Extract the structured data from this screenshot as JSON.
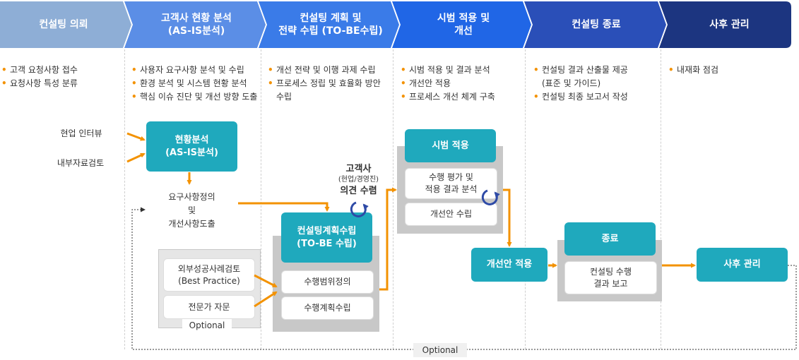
{
  "stages": [
    {
      "label": "컨설팅 의뢰",
      "color": "#8eaed6"
    },
    {
      "label": "고객사 현황 분석\n(AS-IS분석)",
      "color": "#5b8ee6"
    },
    {
      "label": "컨설팅 계획 및\n전략 수립 (TO-BE수립)",
      "color": "#3a7be8"
    },
    {
      "label": "시범 적용 및\n개선",
      "color": "#2066e6"
    },
    {
      "label": "컨설팅 종료",
      "color": "#2a4fb8"
    },
    {
      "label": "사후 관리",
      "color": "#1c3580"
    }
  ],
  "bullets": [
    [
      "고객 요청사항 접수",
      "요청사항 특성 분류"
    ],
    [
      "사용자 요구사항 분석 및 수립",
      "환경 분석 및 시스템 현황 분석",
      "핵심 이슈 진단 및 개선 방향 도출"
    ],
    [
      "개선 전략 및 이행 과제 수립",
      "프로세스 정립 및 효율화 방안\n수립"
    ],
    [
      "시범 적용 및 결과 분석",
      "개선안 적용",
      "프로세스 개선 체계 구축"
    ],
    [
      "컨설팅 결과 산출물 제공\n(표준 및 가이드)",
      "컨설팅 최종 보고서 작성"
    ],
    [
      "내재화 점검"
    ]
  ],
  "inputs": {
    "interview": "현업 인터뷰",
    "documents": "내부자료검토"
  },
  "boxes": {
    "asis": "현황분석\n(AS-IS분석)",
    "requirements": "요구사항정의\n및\n개선사항도출",
    "external_case": "외부성공사례검토\n(Best Practice)",
    "expert": "전문가 자문",
    "optional_small": "Optional",
    "tobe": "컨설팅계획수립\n(TO-BE 수립)",
    "scope": "수행범위정의",
    "plan": "수행계획수립",
    "pilot": "시범 적용",
    "eval": "수행 평가 및\n적용 결과 분석",
    "improve_plan": "개선안 수립",
    "apply": "개선안 적용",
    "end": "종료",
    "report": "컨설팅 수행\n결과 보고",
    "after": "사후 관리",
    "optional_bottom": "Optional"
  },
  "client": {
    "line1": "고객사",
    "line2": "(현업/경영진)",
    "line3": "의견 수렴"
  },
  "colors": {
    "arrow": "#f39200",
    "teal": "#1fa9bd",
    "cycle": "#2e4aa6",
    "panel": "#c8c8c8"
  }
}
